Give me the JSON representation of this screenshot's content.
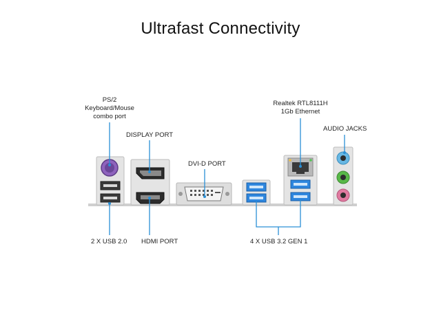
{
  "title": "Ultrafast Connectivity",
  "labels": {
    "ps2_line1": "PS/2",
    "ps2_line2": "Keyboard/Mouse",
    "ps2_line3": "combo port",
    "display_port": "DISPLAY PORT",
    "dvi_port": "DVI-D PORT",
    "ethernet_line1": "Realtek RTL8111H",
    "ethernet_line2": "1Gb Ethernet",
    "audio_jacks": "AUDIO JACKS",
    "usb20": "2 X USB 2.0",
    "hdmi_port": "HDMI PORT",
    "usb32": "4 X USB 3.2 GEN 1"
  },
  "colors": {
    "leader_line": "#2a8fd6",
    "io_plate": "#e6e6e6",
    "usb3_blue": "#2e86de",
    "audio_blue": "#67b7e3",
    "audio_green": "#58b848",
    "audio_pink": "#e07aa0",
    "ps2_purple": "#9a6bc7"
  }
}
